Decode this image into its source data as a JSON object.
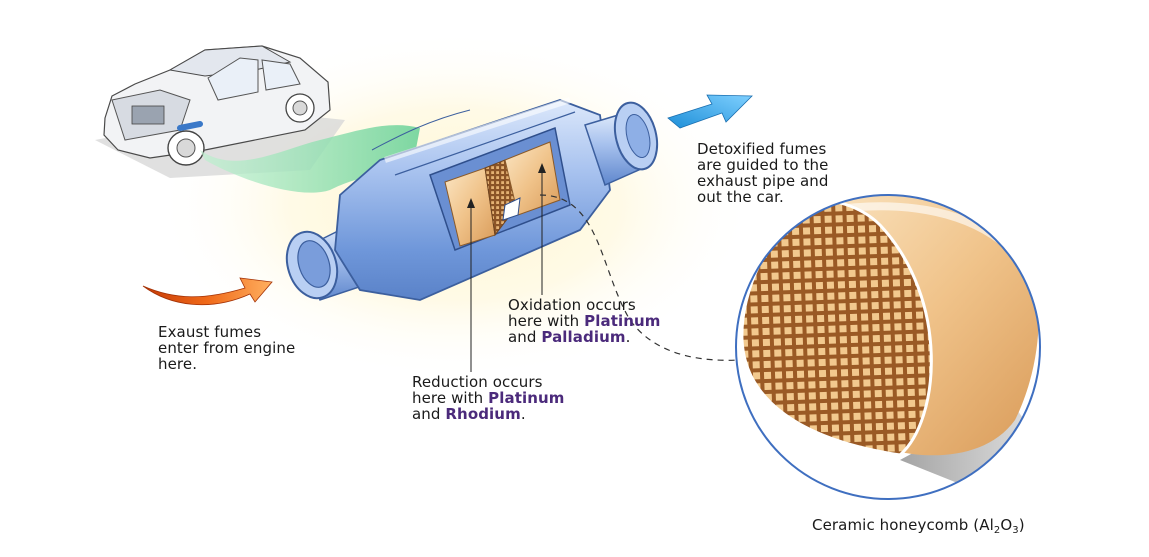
{
  "labels": {
    "intake": {
      "line1": "Exaust fumes",
      "line2": "enter from engine",
      "line3": "here."
    },
    "detox": {
      "line1": "Detoxified fumes",
      "line2": "are guided to the",
      "line3": "exhaust pipe and",
      "line4": "out the car."
    },
    "oxidation": {
      "line1": "Oxidation occurs",
      "line2_pre": "here with ",
      "metal1": "Platinum",
      "line3_pre": "and ",
      "metal2": "Palladium",
      "line3_post": "."
    },
    "reduction": {
      "line1": "Reduction occurs",
      "line2_pre": "here with ",
      "metal1": "Platinum",
      "line3_pre": "and ",
      "metal2": "Rhodium",
      "line3_post": "."
    },
    "honeycomb": {
      "pre": "Ceramic honeycomb (Al",
      "sub1": "2",
      "mid": "O",
      "sub2": "3",
      "post": ")"
    }
  },
  "colors": {
    "metal_highlight": "#4b2a7b",
    "intake_arrow": "#f06a1a",
    "exit_arrow": "#2aa3e6",
    "gas_stream": "#7fdca0",
    "converter_body": "#7fa6e0",
    "ceramic": "#e8b77a",
    "zoom_circle": "#3f6fc0"
  }
}
